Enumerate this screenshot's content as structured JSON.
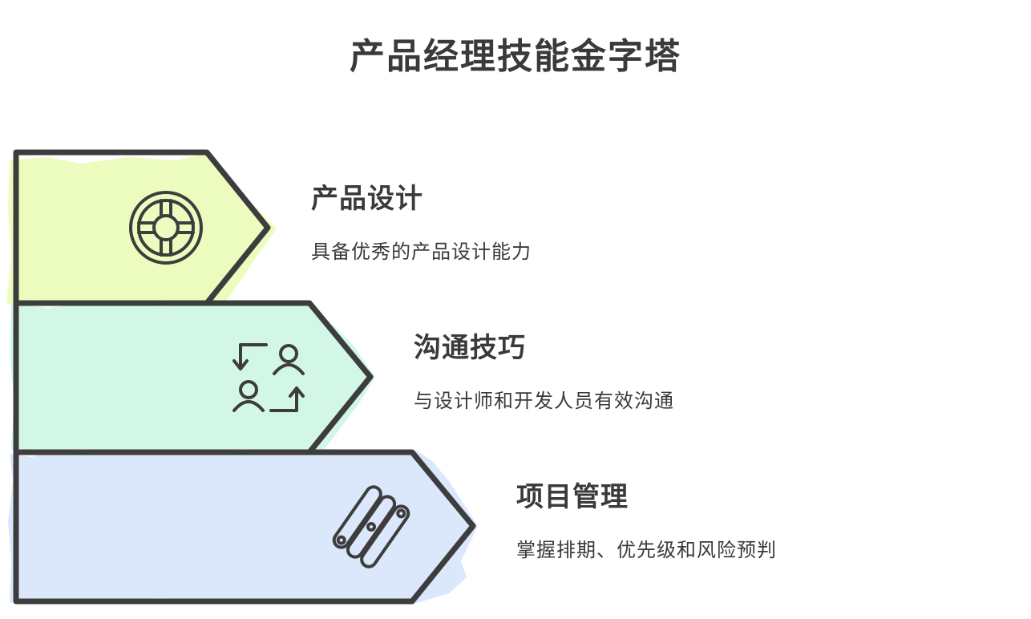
{
  "title": "产品经理技能金字塔",
  "colors": {
    "outline": "#3d3d3d",
    "level1_fill": "#ecfcbf",
    "level2_fill": "#d2f7e6",
    "level3_fill": "#dbe7fb"
  },
  "levels": [
    {
      "title": "产品设计",
      "description": "具备优秀的产品设计能力",
      "icon": "target-icon"
    },
    {
      "title": "沟通技巧",
      "description": "与设计师和开发人员有效沟通",
      "icon": "people-exchange-icon"
    },
    {
      "title": "项目管理",
      "description": "掌握排期、优先级和风险预判",
      "icon": "pills-icon"
    }
  ]
}
